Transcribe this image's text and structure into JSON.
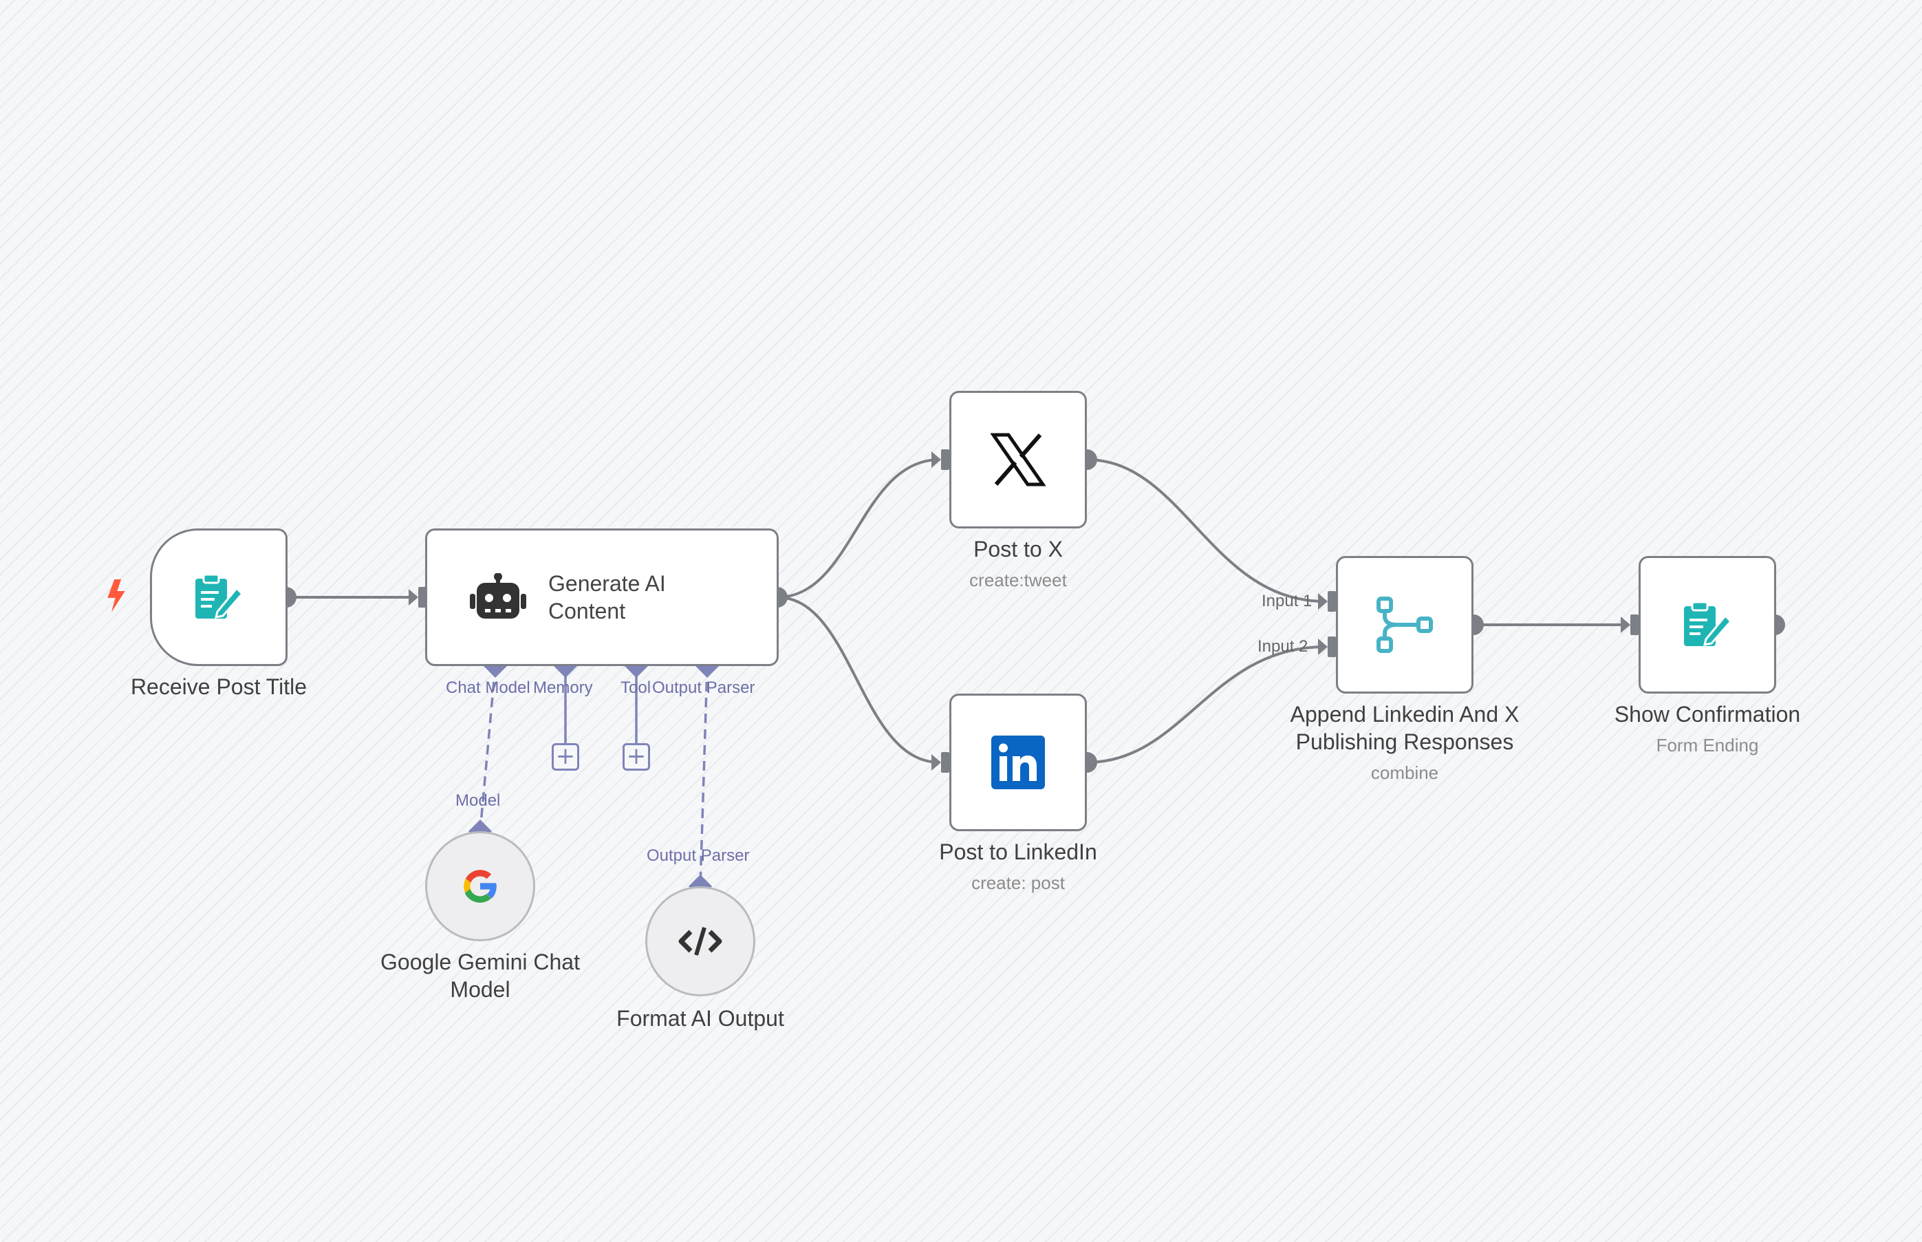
{
  "nodes": {
    "receive": {
      "label": "Receive Post Title"
    },
    "generate": {
      "label": "Generate AI Content"
    },
    "post_x": {
      "label": "Post to X",
      "subtitle": "create:tweet"
    },
    "post_linkedin": {
      "label": "Post to LinkedIn",
      "subtitle": "create: post"
    },
    "append": {
      "label": "Append Linkedin And X Publishing Responses",
      "subtitle": "combine"
    },
    "confirm": {
      "label": "Show Confirmation",
      "subtitle": "Form Ending"
    },
    "gemini": {
      "label": "Google Gemini Chat Model"
    },
    "format": {
      "label": "Format AI Output"
    }
  },
  "ports": {
    "chat_model": "Chat Model",
    "memory": "Memory",
    "tool": "Tool",
    "output_parser": "Output Parser",
    "model": "Model",
    "sub_output_parser": "Output Parser",
    "input1": "Input 1",
    "input2": "Input 2"
  },
  "icons": {
    "trigger": "lightning-bolt-icon",
    "form": "form-edit-icon",
    "robot": "robot-icon",
    "x": "x-logo-icon",
    "linkedin": "linkedin-logo-icon",
    "merge": "merge-icon",
    "google": "google-logo-icon",
    "code": "code-icon",
    "add": "plus-icon"
  },
  "colors": {
    "canvas": "#f6f7f9",
    "node_border": "#7d7f86",
    "connection": "#7d7f86",
    "ai_port": "#7f84b8",
    "form_icon": "#1fb5b4",
    "merge_icon": "#48b3c6",
    "trigger": "#ff5a3d",
    "linkedin": "#0a66c2"
  }
}
